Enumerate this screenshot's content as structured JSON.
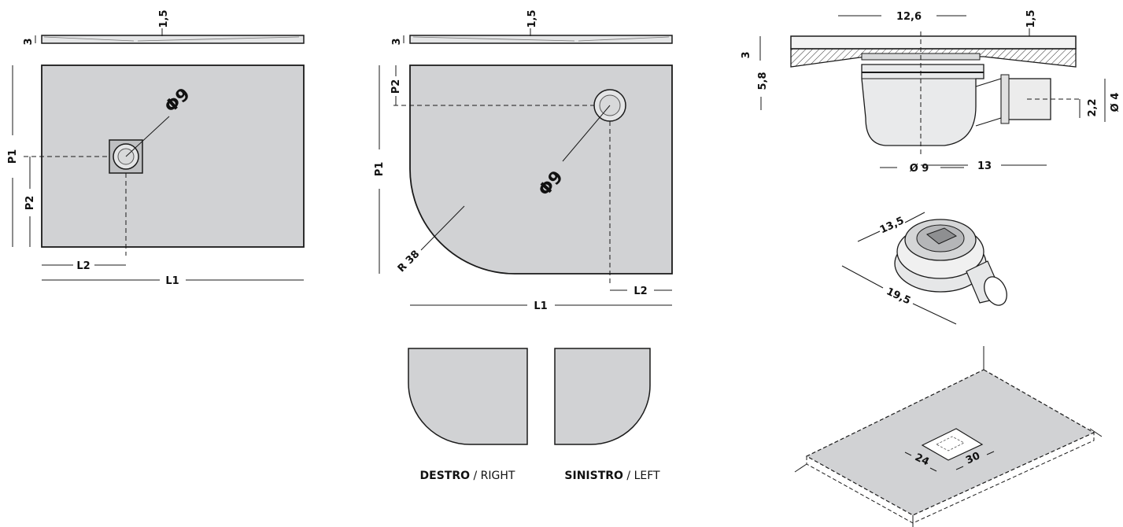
{
  "colors": {
    "tray_fill": "#d1d2d4",
    "stroke": "#1a1a1a",
    "drain_fill": "#e4e5e6",
    "hatch": "#333333",
    "background": "#ffffff"
  },
  "panel_rect": {
    "thickness": "3",
    "edge": "1,5",
    "drain": "Φ9",
    "p1": "P1",
    "p2": "P2",
    "l1": "L1",
    "l2": "L2"
  },
  "panel_curved": {
    "thickness": "3",
    "edge": "1,5",
    "drain": "Φ9",
    "p1": "P1",
    "p2": "P2",
    "l1": "L1",
    "l2": "L2",
    "radius": "R 38"
  },
  "variants": {
    "right_bold": "DESTRO",
    "right_sep": " / ",
    "right_en": "RIGHT",
    "left_bold": "SINISTRO",
    "left_sep": " / ",
    "left_en": "LEFT"
  },
  "section": {
    "width_top": "12,6",
    "edge": "1,5",
    "thickness": "3",
    "depth": "5,8",
    "drain_dia": "Ø 9",
    "length": "13",
    "outlet_offset": "2,2",
    "outlet_dia": "Ø 4"
  },
  "drain_iso": {
    "width": "13,5",
    "length": "19,5"
  },
  "tray_iso": {
    "dim_a": "24",
    "dim_b": "30"
  }
}
